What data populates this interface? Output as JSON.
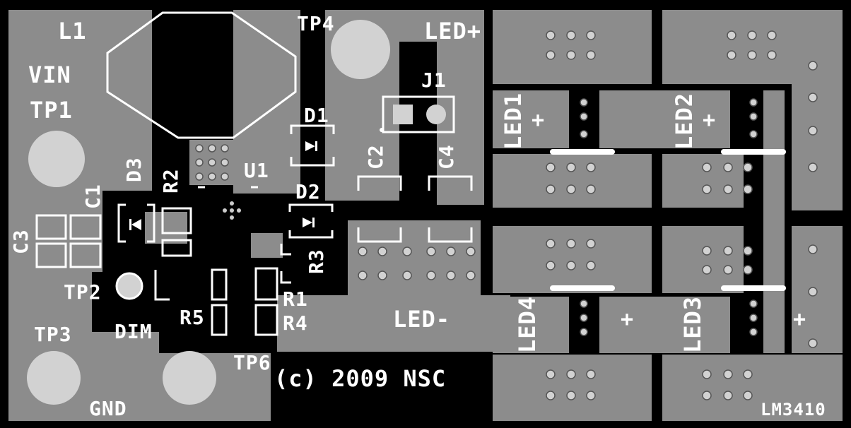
{
  "board": {
    "labels": {
      "l1": "L1",
      "vin": "VIN",
      "tp1": "TP1",
      "tp2": "TP2",
      "tp3": "TP3",
      "tp4": "TP4",
      "tp6": "TP6",
      "gnd": "GND",
      "dim": "DIM",
      "d1": "D1",
      "d2": "D2",
      "d3": "D3",
      "u1": "U1",
      "c1": "C1",
      "c2": "C2",
      "c3": "C3",
      "c4": "C4",
      "r1": "R1",
      "r2": "R2",
      "r3": "R3",
      "r4": "R4",
      "r5": "R5",
      "j1": "J1",
      "led_plus": "LED+",
      "led_minus": "LED-",
      "led1": "LED1",
      "led2": "LED2",
      "led3": "LED3",
      "led4": "LED4",
      "plus": "+",
      "copyright": "(c) 2009 NSC",
      "part": "LM3410"
    },
    "colors": {
      "board_bg": "#000000",
      "copper": "#8c8c8c",
      "pad": "#d2d2d2",
      "silk": "#ffffff"
    }
  }
}
